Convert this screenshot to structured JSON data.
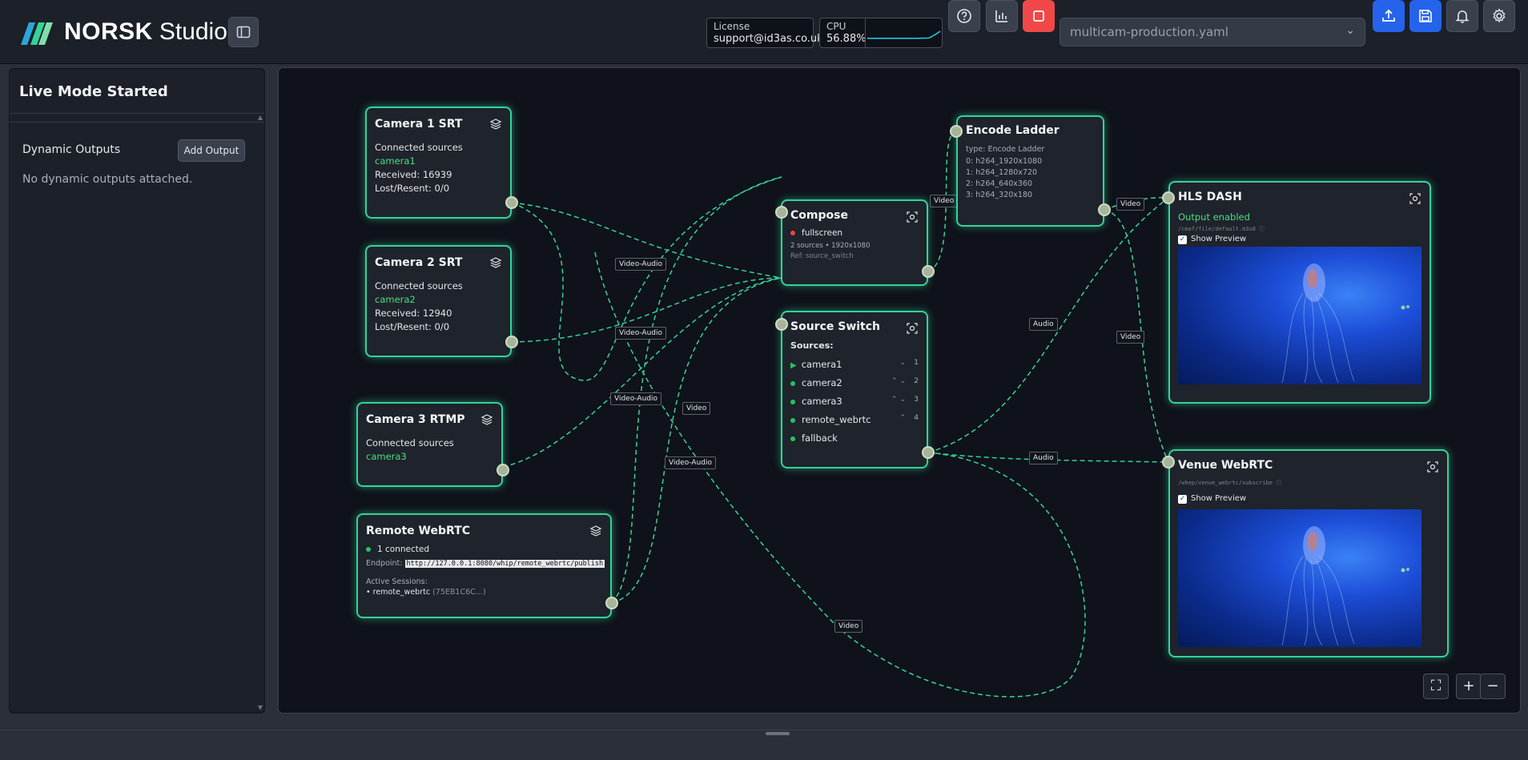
{
  "app": {
    "logo_brand": "NORSK",
    "logo_product": "Studio"
  },
  "topbar": {
    "license_label": "License",
    "license_value": "support@id3as.co.uk",
    "cpu_label": "CPU",
    "cpu_value": "56.88%",
    "file_name": "multicam-production.yaml"
  },
  "sidebar": {
    "title": "Live Mode Started",
    "dynamic_outputs_label": "Dynamic Outputs",
    "add_output_label": "Add Output",
    "empty_text": "No dynamic outputs attached."
  },
  "nodes": {
    "camera1": {
      "title": "Camera 1 SRT",
      "connected_label": "Connected sources",
      "source": "camera1",
      "received": "Received: 16939",
      "lost": "Lost/Resent: 0/0"
    },
    "camera2": {
      "title": "Camera 2 SRT",
      "connected_label": "Connected sources",
      "source": "camera2",
      "received": "Received: 12940",
      "lost": "Lost/Resent: 0/0"
    },
    "camera3": {
      "title": "Camera 3 RTMP",
      "connected_label": "Connected sources",
      "source": "camera3"
    },
    "webrtc_in": {
      "title": "Remote WebRTC",
      "connected": "1 connected",
      "endpoint_label": "Endpoint:",
      "endpoint_url": "http://127.0.0.1:8080/whip/remote_webrtc/publish",
      "sessions_label": "Active Sessions:",
      "session_name": "• remote_webrtc",
      "session_id": "(75EB1C6C...)"
    },
    "compose": {
      "title": "Compose",
      "mode": "fullscreen",
      "meta": "2 sources • 1920x1080",
      "ref": "Ref: source_switch"
    },
    "switch": {
      "title": "Source Switch",
      "sources_label": "Sources:",
      "sources": [
        {
          "name": "camera1",
          "num": "1"
        },
        {
          "name": "camera2",
          "num": "2"
        },
        {
          "name": "camera3",
          "num": "3"
        },
        {
          "name": "remote_webrtc",
          "num": "4"
        },
        {
          "name": "fallback",
          "num": ""
        }
      ]
    },
    "ladder": {
      "title": "Encode Ladder",
      "type": "type: Encode Ladder",
      "rungs": [
        "0: h264_1920x1080",
        "1: h264_1280x720",
        "2: h264_640x360",
        "3: h264_320x180"
      ]
    },
    "hls": {
      "title": "HLS DASH",
      "status": "Output enabled",
      "path": "/cmaf/file/default.m3u8 ⓘ",
      "preview_label": "Show Preview"
    },
    "venue": {
      "title": "Venue WebRTC",
      "path": "/whep/venue_webrtc/subscribe ⓘ",
      "preview_label": "Show Preview"
    }
  },
  "edge_labels": {
    "e1": "Video-Audio",
    "e2": "Video-Audio",
    "e3": "Video-Audio",
    "e4": "Video-Audio",
    "e5": "Video",
    "e6": "Video",
    "e7": "Video",
    "e8": "Audio",
    "e9": "Video",
    "e10": "Audio",
    "e11": "Video"
  },
  "controls": {
    "fit": "⛶",
    "zoom_in": "+",
    "zoom_out": "−"
  },
  "colors": {
    "accent": "#34d399",
    "edge": "#34d399",
    "primary_button": "#2563eb",
    "stop_button": "#f04848"
  }
}
